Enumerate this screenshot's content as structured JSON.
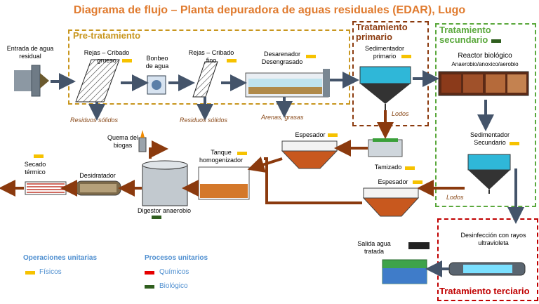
{
  "title": "Diagrama de flujo – Planta depuradora de aguas residuales (EDAR), Lugo",
  "stages": {
    "pretratamiento": "Pre-tratamiento",
    "primario": "Tratamiento primario",
    "secundario": "Tratamiento secundario",
    "terciario": "Tratamiento terciario"
  },
  "units": {
    "entrada": "Entrada de agua residual",
    "rejas_grueso": "Rejas – Cribado grueso",
    "bombeo": "Bonbeo de agua",
    "rejas_fino": "Rejas – Cribado fino",
    "desarenador": "Desarenador Desengrasado",
    "sedimentador_primario": "Sedimentador primario",
    "reactor": "Reactor biológico",
    "reactor_sub": "Anaerobio/anoxico/aerobio",
    "sedimentador_secundario": "Sedimentador Secundario",
    "espesador1": "Espesador",
    "tamizado": "Tamizado",
    "espesador2": "Espesador",
    "tanque": "Tanque homogenizador",
    "quema": "Quema del biogas",
    "digestor": "Digestor anaerobio",
    "desidratador": "Desidratador",
    "secado": "Secado térmico",
    "desinfeccion": "Desinfección con rayos ultravioleta",
    "salida": "Salida agua tratada"
  },
  "outputs": {
    "residuos1": "Residuos sólidos",
    "residuos2": "Residuos sólidos",
    "arenas": "Arenas, grasas",
    "lodos1": "Lodos",
    "lodos2": "Lodos"
  },
  "legend": {
    "op_title": "Operaciones unitarias",
    "fisicos": "Físicos",
    "proc_title": "Procesos unitarios",
    "quimicos": "Químicos",
    "biologico": "Biológico"
  },
  "colors": {
    "title": "#e07b2f",
    "pre_border": "#c8961e",
    "primario_border": "#8b3a0e",
    "secundario_border": "#5aa83c",
    "terciario_border": "#c00000",
    "fisico_tag": "#f6c200",
    "quimico_tag": "#e60000",
    "biologico_tag": "#2f5e1e",
    "water_arrow": "#44546a",
    "sludge_arrow": "#8b3a0e"
  }
}
